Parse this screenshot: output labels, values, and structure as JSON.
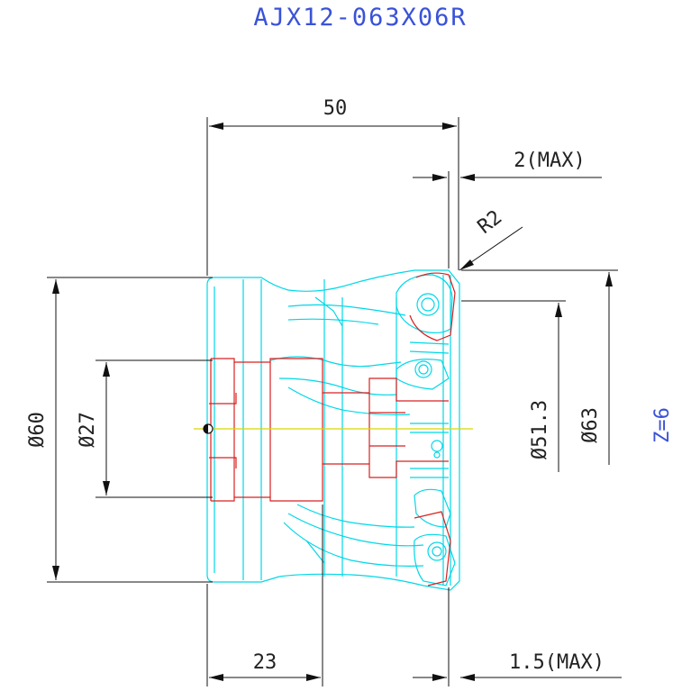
{
  "title": "AJX12-063X06R",
  "teeth": "Z=6",
  "dimensions": {
    "length": "50",
    "bore_depth": "23",
    "axial_max_top": "2(MAX)",
    "axial_max_bottom": "1.5(MAX)",
    "corner_radius": "R2",
    "body_dia": "Ø60",
    "bore_dia": "Ø27",
    "inner_dia": "Ø51.3",
    "cutting_dia": "Ø63"
  },
  "colors": {
    "title": "#3a52d8",
    "body": "#00d8e8",
    "section": "#d82020",
    "centerline": "#d8d800",
    "dimension": "#111111"
  }
}
